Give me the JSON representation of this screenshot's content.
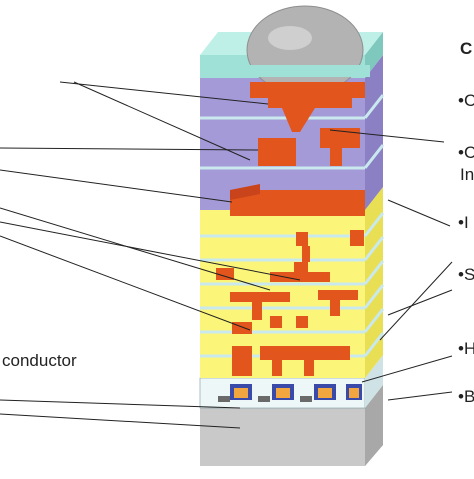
{
  "labels": {
    "heading": "C",
    "item1": "•C",
    "item2_line1": "•C",
    "item2_line2": "In",
    "item3": "•I",
    "item4": "•S",
    "item5": "•H",
    "item6": "•B",
    "left_label": "conductor"
  },
  "colors": {
    "passivation": "#9fe1d6",
    "upper_dielectric": "#a59ad8",
    "lower_dielectric": "#fbf57a",
    "metal": "#e2551c",
    "interlayer": "#c9e9ee",
    "substrate": "#c9c9c9",
    "solder_ball": "#b3b3b3",
    "leader": "#222222"
  }
}
